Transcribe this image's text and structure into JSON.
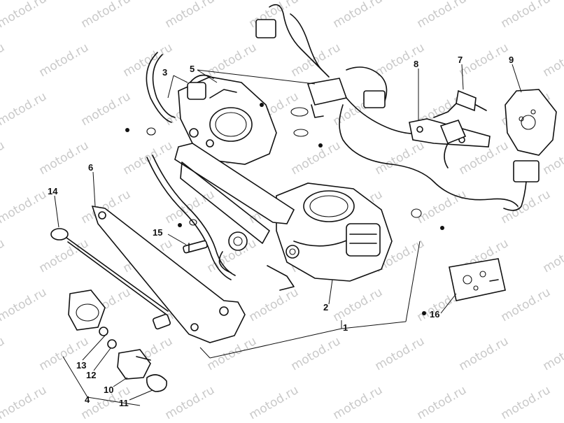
{
  "watermark": "motod.ru",
  "callouts": {
    "c1": "1",
    "c2": "2",
    "c3": "3",
    "c4": "4",
    "c5": "5",
    "c6": "6",
    "c7": "7",
    "c8": "8",
    "c9": "9",
    "c10": "10",
    "c11": "11",
    "c12": "12",
    "c13": "13",
    "c14": "14",
    "c15": "15",
    "c16": "16"
  },
  "colors": {
    "line": "#111111",
    "watermark": "#c9c9c9",
    "background": "#ffffff"
  }
}
